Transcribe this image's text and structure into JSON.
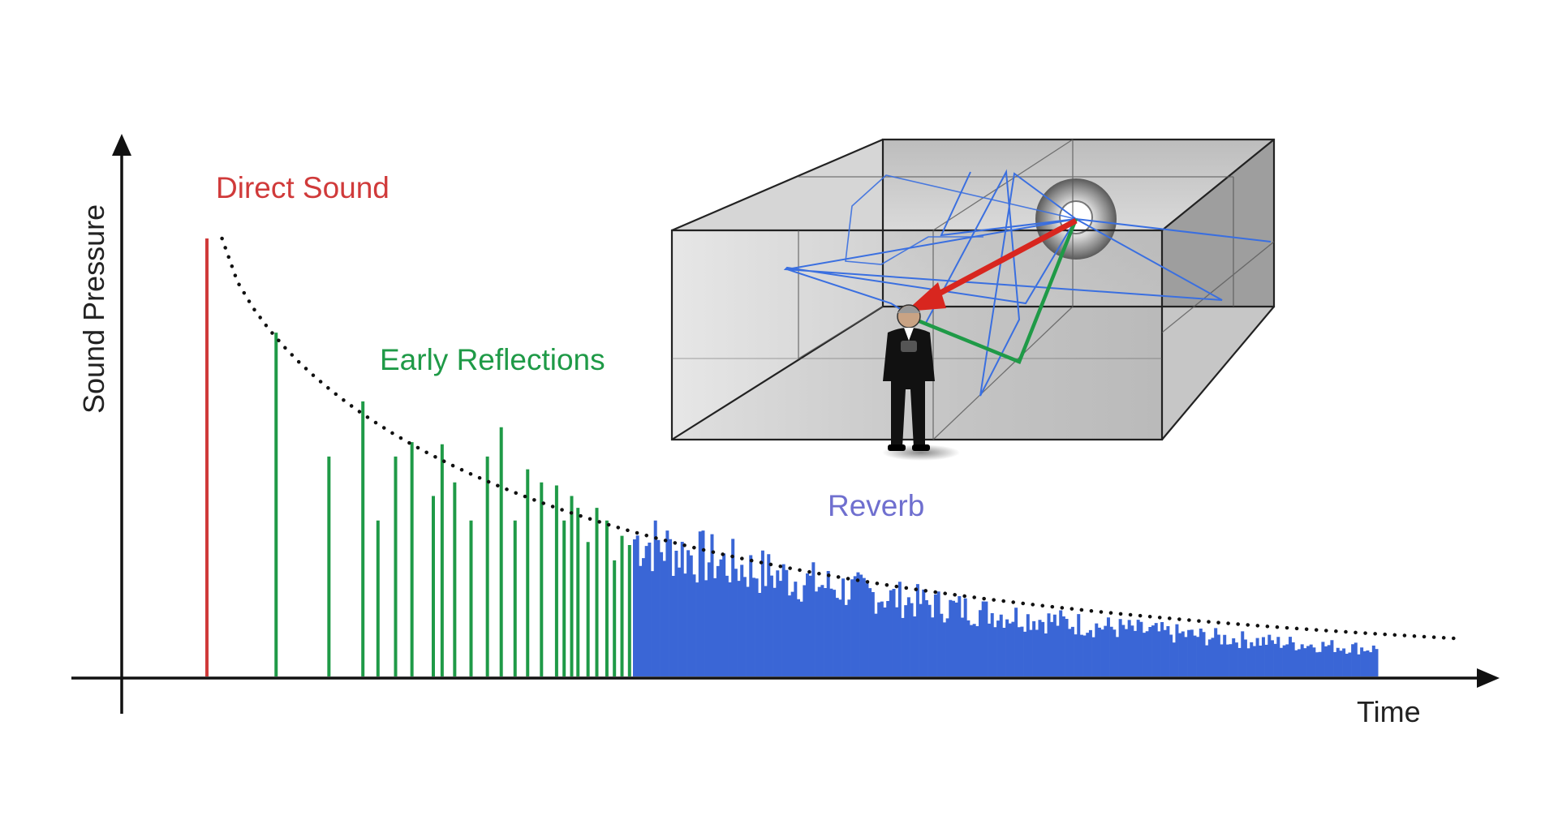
{
  "labels": {
    "direct_sound": "Direct Sound",
    "early_reflections": "Early Reflections",
    "reverb": "Reverb",
    "y_axis": "Sound Pressure",
    "x_axis": "Time"
  },
  "colors": {
    "direct_sound": "#d03a3a",
    "early_reflections": "#1f9a47",
    "reverb": "#3a66d6",
    "reverb_label": "#6f6fcf",
    "axis": "#111111",
    "envelope": "#111111",
    "room_line": "#222222",
    "ray_blue": "#3a6fe0",
    "ray_green": "#1f9a47",
    "ray_red": "#d8261f"
  },
  "chart_data": {
    "type": "impulse",
    "direct_sound": {
      "t": 0.0,
      "amplitude": 1.0
    },
    "early_reflections": {
      "t": [
        0.055,
        0.097,
        0.124,
        0.136,
        0.15,
        0.163,
        0.18,
        0.187,
        0.197,
        0.21,
        0.223,
        0.234,
        0.245,
        0.255,
        0.266,
        0.278,
        0.284,
        0.29,
        0.295,
        0.303,
        0.31,
        0.318,
        0.324,
        0.33,
        0.336
      ],
      "amplitude": [
        0.785,
        0.502,
        0.628,
        0.356,
        0.502,
        0.535,
        0.412,
        0.53,
        0.443,
        0.356,
        0.502,
        0.569,
        0.356,
        0.473,
        0.443,
        0.436,
        0.356,
        0.412,
        0.385,
        0.307,
        0.385,
        0.356,
        0.265,
        0.321,
        0.3
      ]
    },
    "reverb": {
      "t_start": 0.34,
      "t_end": 0.93,
      "count": 250,
      "amplitude_start": 0.34,
      "amplitude_end": 0.068
    },
    "envelope": {
      "amplitude_start": 1.0,
      "amplitude_end": 0.086
    }
  }
}
